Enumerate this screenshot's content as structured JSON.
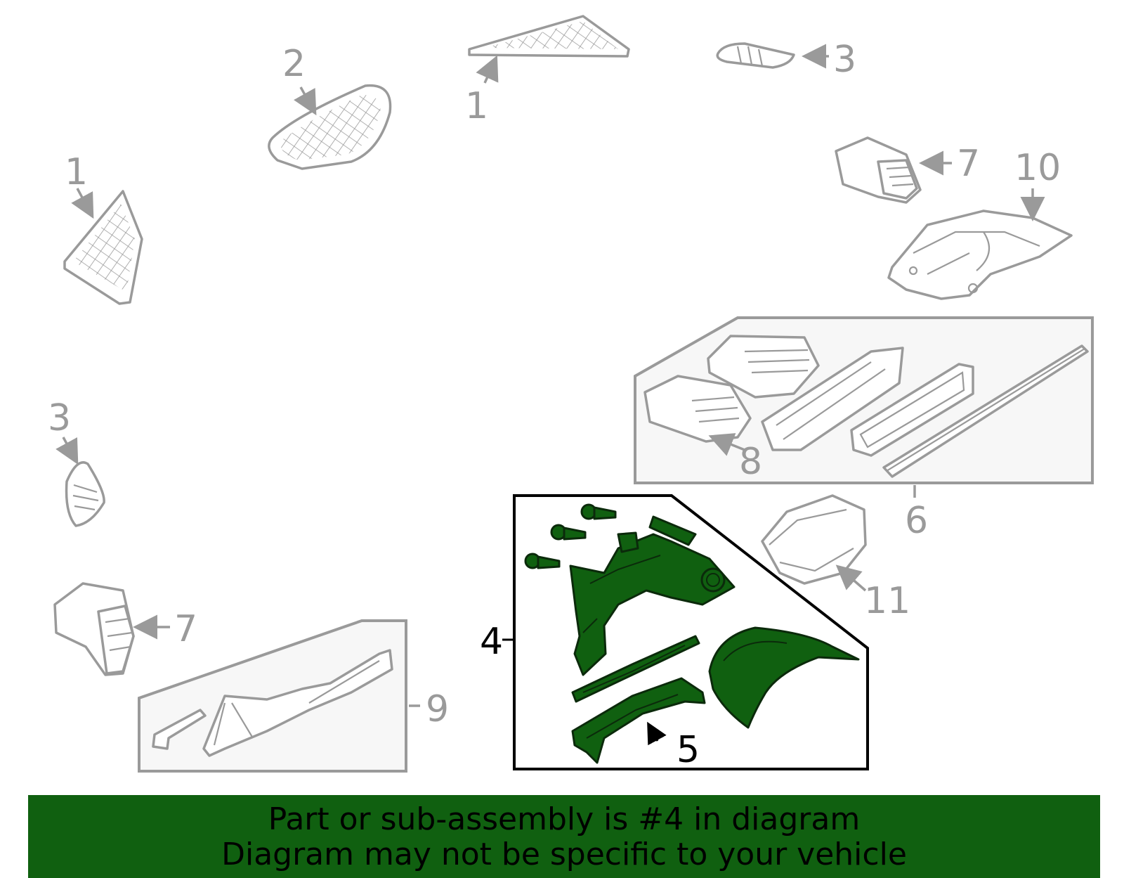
{
  "colors": {
    "highlight_green": "#106010",
    "part_gray": "#9a9a9a",
    "box_fill": "#f7f7f7",
    "outline_dark": "#0b2a0b"
  },
  "callouts": {
    "c1_top": "1",
    "c1_left": "1",
    "c2": "2",
    "c3_top": "3",
    "c3_left": "3",
    "c4": "4",
    "c5": "5",
    "c6": "6",
    "c7_top": "7",
    "c7_left": "7",
    "c8": "8",
    "c9": "9",
    "c10": "10",
    "c11": "11"
  },
  "banner": {
    "line1": "Part or sub-assembly is #4 in diagram",
    "line2": "Diagram may not be specific to your vehicle"
  }
}
